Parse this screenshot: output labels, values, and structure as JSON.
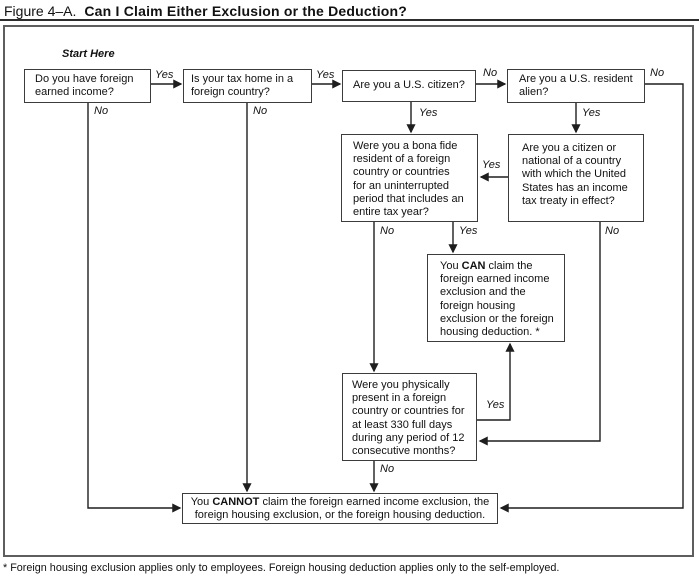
{
  "title": {
    "figure_label": "Figure 4–A.",
    "title_text": "Can I Claim Either Exclusion or the Deduction?"
  },
  "start_here_label": "Start Here",
  "labels": {
    "yes": "Yes",
    "no": "No"
  },
  "boxes": {
    "foreign_income": "Do you have foreign\nearned income?",
    "tax_home": "Is your tax home in a\nforeign country?",
    "us_citizen": "Are you a U.S. citizen?",
    "resident_alien": "Are you a U.S. resident\nalien?",
    "bona_fide": "Were you a bona fide\nresident of a foreign\ncountry or countries\nfor an uninterrupted\nperiod that includes an\nentire tax year?",
    "treaty": "Are you a citizen or\nnational of a country\nwith which the United\nStates has an income\ntax treaty in effect?",
    "can_claim": {
      "prefix": "You ",
      "keyword": "CAN",
      "rest": " claim the\nforeign earned income\nexclusion and the\nforeign housing\nexclusion or the foreign\nhousing deduction. *"
    },
    "physical_presence": "Were you physically\npresent in a foreign\ncountry or countries for\nat least 330 full days\nduring any period of 12\nconsecutive months?",
    "cannot_claim": {
      "prefix": "You ",
      "keyword": "CANNOT",
      "rest": " claim the foreign earned income exclusion, the\nforeign housing exclusion, or the foreign housing deduction."
    }
  },
  "footnote": "* Foreign housing exclusion applies only to employees. Foreign housing deduction applies only to the self-employed.",
  "colors": {
    "background": "#ffffff",
    "text": "#111111",
    "box_border": "#3c3c3c",
    "outer_border": "#5e5e5e",
    "connector": "#1e1e1e"
  }
}
